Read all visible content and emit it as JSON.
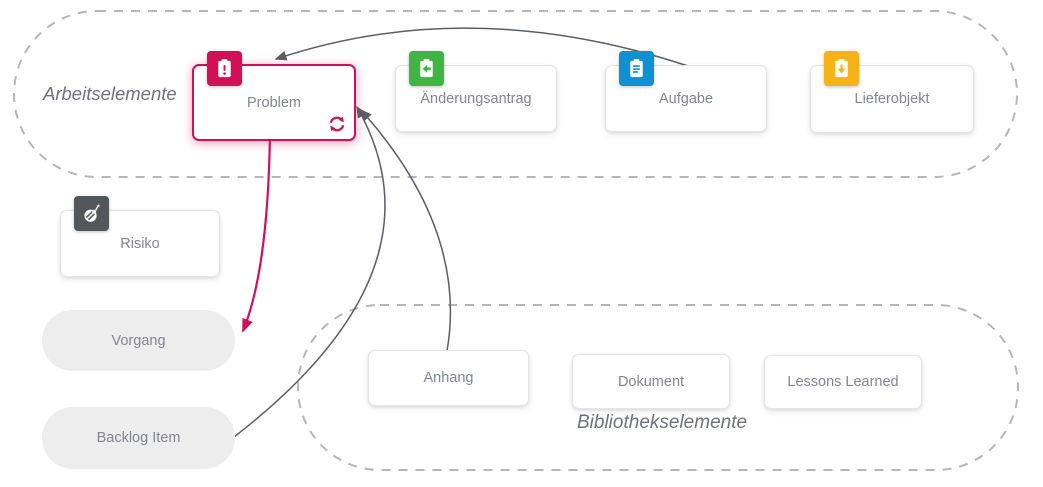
{
  "regions": {
    "work": {
      "label": "Arbeitselemente"
    },
    "library": {
      "label": "Bibliothekselemente"
    }
  },
  "cards": {
    "problem": {
      "label": "Problem",
      "color": "#d01157",
      "icon": "clipboard-exclamation-icon",
      "badge_icon_color": "#ffffff",
      "selected": true
    },
    "aenderungsantrag": {
      "label": "Änderungsantrag",
      "color": "#41b543",
      "icon": "clipboard-arrow-left-icon"
    },
    "aufgabe": {
      "label": "Aufgabe",
      "color": "#0e90d2",
      "icon": "clipboard-checklist-icon"
    },
    "lieferobjekt": {
      "label": "Lieferobjekt",
      "color": "#f6b219",
      "icon": "clipboard-arrow-down-icon"
    },
    "risiko": {
      "label": "Risiko",
      "color": "#53575c",
      "icon": "bomb-icon"
    },
    "anhang": {
      "label": "Anhang"
    },
    "dokument": {
      "label": "Dokument"
    },
    "lessons_learned": {
      "label": "Lessons Learned"
    }
  },
  "pills": {
    "vorgang": {
      "label": "Vorgang"
    },
    "backlog_item": {
      "label": "Backlog Item"
    }
  },
  "arrows": [
    {
      "from": "Aufgabe",
      "to": "Problem",
      "color": "#5b5f63"
    },
    {
      "from": "Problem",
      "to": "Vorgang",
      "color": "#d01157"
    },
    {
      "from": "Backlog Item",
      "to": "Problem",
      "color": "#5b5f63"
    },
    {
      "from": "Anhang",
      "to": "Problem",
      "color": "#5b5f63"
    }
  ],
  "palette": {
    "accent_crimson": "#d01157",
    "dashed_region_border": "#b4b7ba",
    "card_border": "#e4e5e7",
    "text_gray": "#82878e"
  }
}
